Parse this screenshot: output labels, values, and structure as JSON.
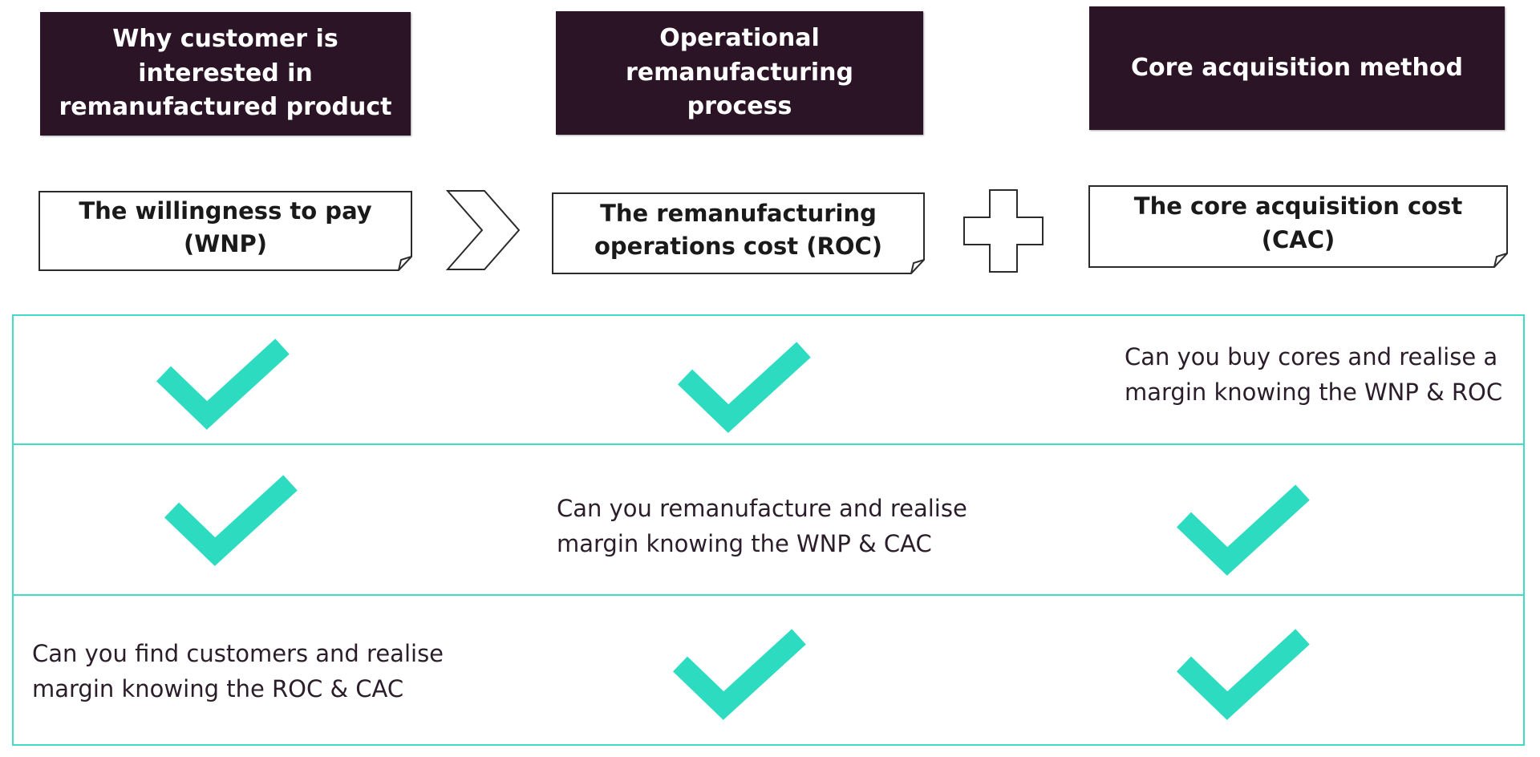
{
  "headers": [
    {
      "label": "Why customer is interested in remanufactured product"
    },
    {
      "label": "Operational remanufacturing process"
    },
    {
      "label": "Core acquisition method"
    }
  ],
  "notes": [
    {
      "line1": "The willingness to pay",
      "line2": "(WNP)"
    },
    {
      "line1": "The remanufacturing",
      "line2": "operations cost (ROC)"
    },
    {
      "line1": "The core acquisition cost (CAC)",
      "line2": ""
    }
  ],
  "operators": {
    "between_1_2": "chevron-right-icon",
    "between_2_3": "plus-icon"
  },
  "rows": [
    {
      "cells": [
        {
          "type": "check"
        },
        {
          "type": "check"
        },
        {
          "type": "question",
          "line1": "Can you buy cores and realise a",
          "line2": "margin knowing the WNP & ROC"
        }
      ]
    },
    {
      "cells": [
        {
          "type": "check"
        },
        {
          "type": "question",
          "line1": "Can you remanufacture  and realise",
          "line2": "margin knowing the WNP & CAC"
        },
        {
          "type": "check"
        }
      ]
    },
    {
      "cells": [
        {
          "type": "question",
          "line1": "Can you find customers and realise",
          "line2": "margin knowing the ROC & CAC"
        },
        {
          "type": "check"
        },
        {
          "type": "check"
        }
      ]
    }
  ],
  "colors": {
    "header_bg": "#2b1426",
    "accent_teal": "#3fdcc6",
    "check": "#2ddcc0"
  }
}
